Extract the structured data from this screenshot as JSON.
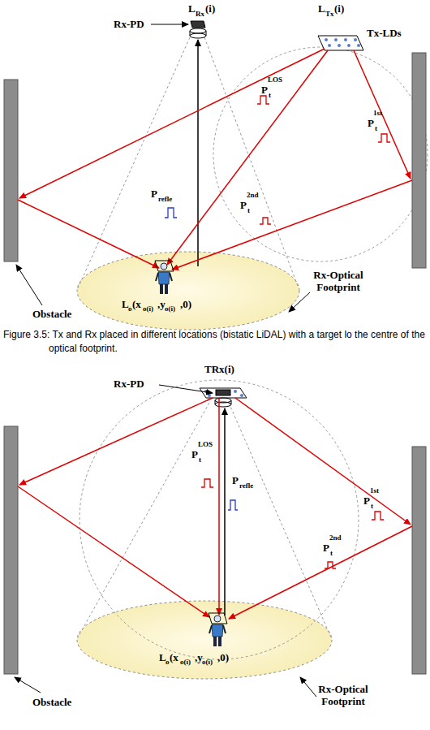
{
  "diagram": {
    "caption": "Figure 3.5: Tx and Rx placed in different locations (bistatic LiDAL) with a target lo the centre of the optical footprint.",
    "labels": [
      "L",
      "Rx",
      "(i)",
      "Rx-PD",
      "L",
      "Tx",
      "(i)",
      "Tx-LDs",
      "P",
      "t",
      "LOS",
      "P",
      "t",
      "1st",
      "P",
      "t",
      "2nd",
      "P",
      "refle",
      "L",
      "o",
      "(x",
      "o(i)",
      ",y",
      "o(i)",
      ",0)",
      "Obstacle",
      "Rx-Optical Footprint",
      "TRx(i)",
      "Rx-PD",
      "P",
      "t",
      "LOS",
      "P",
      "refle",
      "P",
      "t",
      "1st",
      "P",
      "t",
      "2nd",
      "L",
      "o",
      "(x",
      "o(i)",
      ",y",
      "o(i)",
      ",0)",
      "Obstacle",
      "Rx-Optical Footprint"
    ]
  }
}
